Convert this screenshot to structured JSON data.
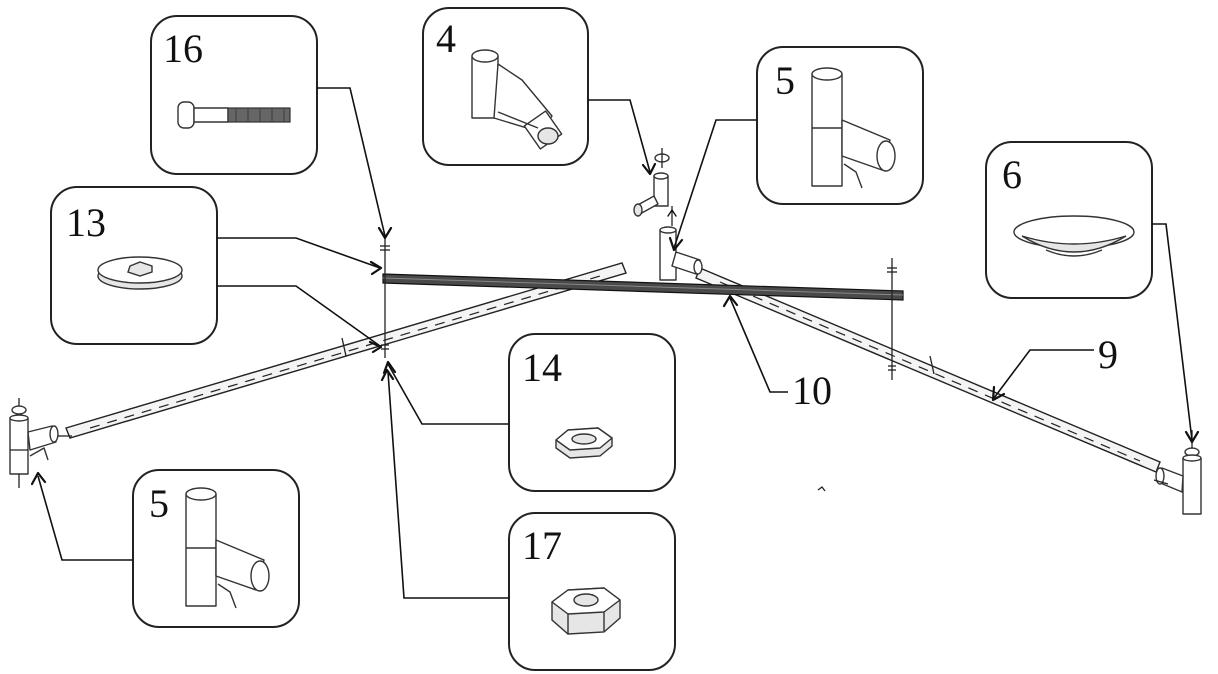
{
  "diagram": {
    "type": "exploded-assembly",
    "callouts": [
      {
        "id": "c16",
        "label": "16",
        "part": "bolt-icon"
      },
      {
        "id": "c4",
        "label": "4",
        "part": "elbow-connector-icon"
      },
      {
        "id": "c5-top",
        "label": "5",
        "part": "tee-connector-icon"
      },
      {
        "id": "c6",
        "label": "6",
        "part": "foot-cap-icon"
      },
      {
        "id": "c13",
        "label": "13",
        "part": "washer-icon"
      },
      {
        "id": "c14",
        "label": "14",
        "part": "lock-nut-icon"
      },
      {
        "id": "c5-bottom",
        "label": "5",
        "part": "tee-connector-icon"
      },
      {
        "id": "c17",
        "label": "17",
        "part": "hex-nut-icon"
      }
    ],
    "free_labels": [
      {
        "id": "l9",
        "label": "9"
      },
      {
        "id": "l10",
        "label": "10"
      }
    ]
  }
}
